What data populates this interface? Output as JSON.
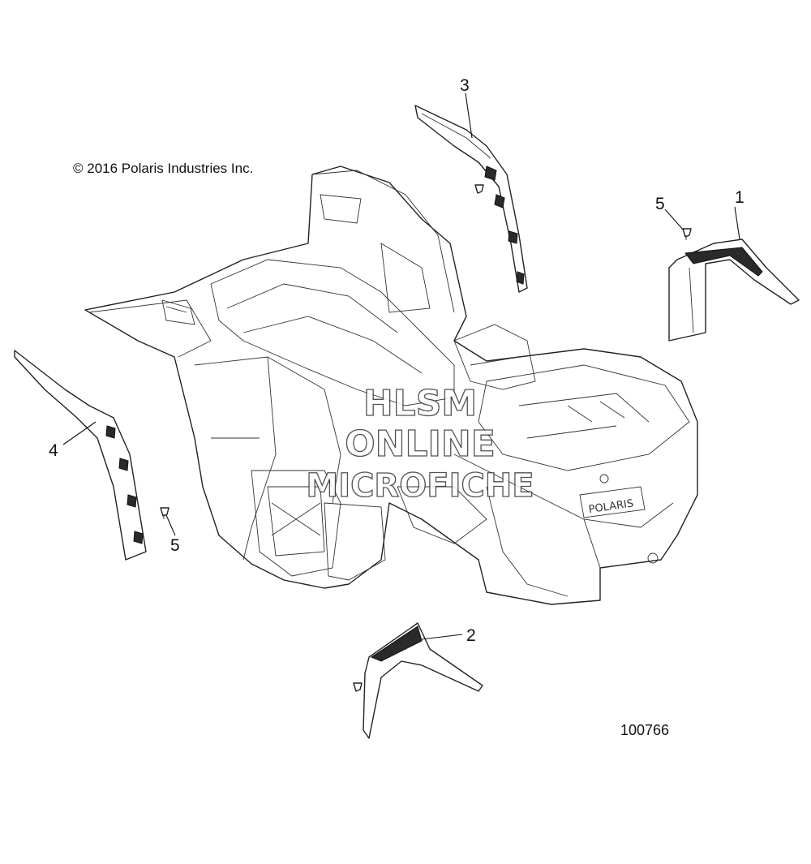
{
  "copyright": "© 2016 Polaris Industries Inc.",
  "figure_number": "100766",
  "watermark": [
    "HLSM",
    "ONLINE",
    "MICROFICHE"
  ],
  "callouts": [
    "1",
    "2",
    "3",
    "4",
    "5",
    "5"
  ],
  "body_logo": "POLARIS"
}
